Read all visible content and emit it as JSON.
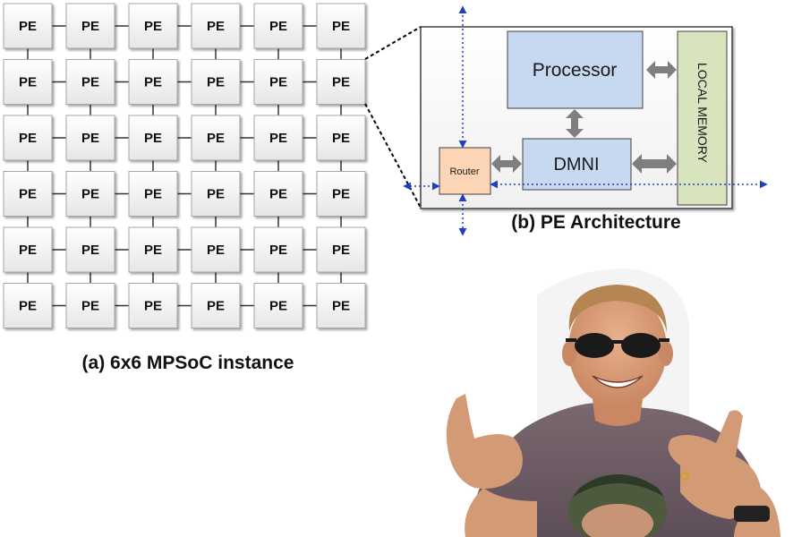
{
  "mpsoc": {
    "rows": 6,
    "cols": 6,
    "pe_label": "PE",
    "caption": "(a) 6x6 MPSoC instance"
  },
  "pe_arch": {
    "caption": "(b) PE Architecture",
    "processor_label": "Processor",
    "dmni_label": "DMNI",
    "router_label": "Router",
    "memory_label": "LOCAL MEMORY"
  },
  "colors": {
    "pe_fill": "#f2f2f2",
    "pe_border": "#a6a6a6",
    "processor_fill": "#c6d9f1",
    "dmni_fill": "#c6d9f1",
    "router_fill": "#fbd5b5",
    "memory_fill": "#d7e4bd",
    "arrow_gray": "#7f7f7f",
    "noc_link_blue": "#1f3fbf"
  },
  "photo": {
    "label": "person-photo"
  }
}
